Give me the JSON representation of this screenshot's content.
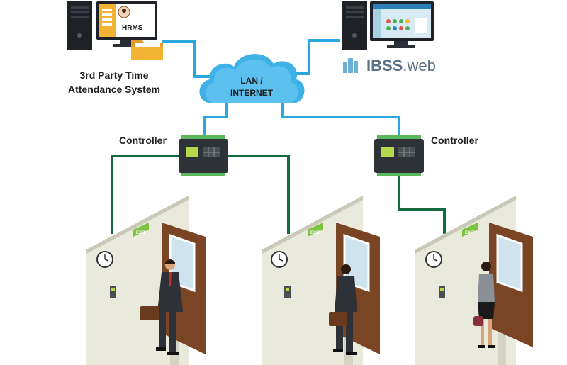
{
  "hrms": {
    "screen_label": "HRMS",
    "caption_line1": "3rd Party Time",
    "caption_line2": "Attendance System"
  },
  "network": {
    "line1": "LAN /",
    "line2": "INTERNET"
  },
  "ibss": {
    "brand_bold": "IBSS",
    "brand_suffix": ".web"
  },
  "controllers": {
    "left_label": "Controller",
    "right_label": "Controller"
  },
  "doors": {
    "exit_sign": "EXIT"
  },
  "colors": {
    "network_line": "#29a8e0",
    "door_wire": "#136a3c",
    "cloud": "#3fb1e6",
    "door": "#7a4524",
    "wall": "#e9e9dc",
    "exit_sign": "#7ec242",
    "hrms_screen": "#f2b233"
  }
}
